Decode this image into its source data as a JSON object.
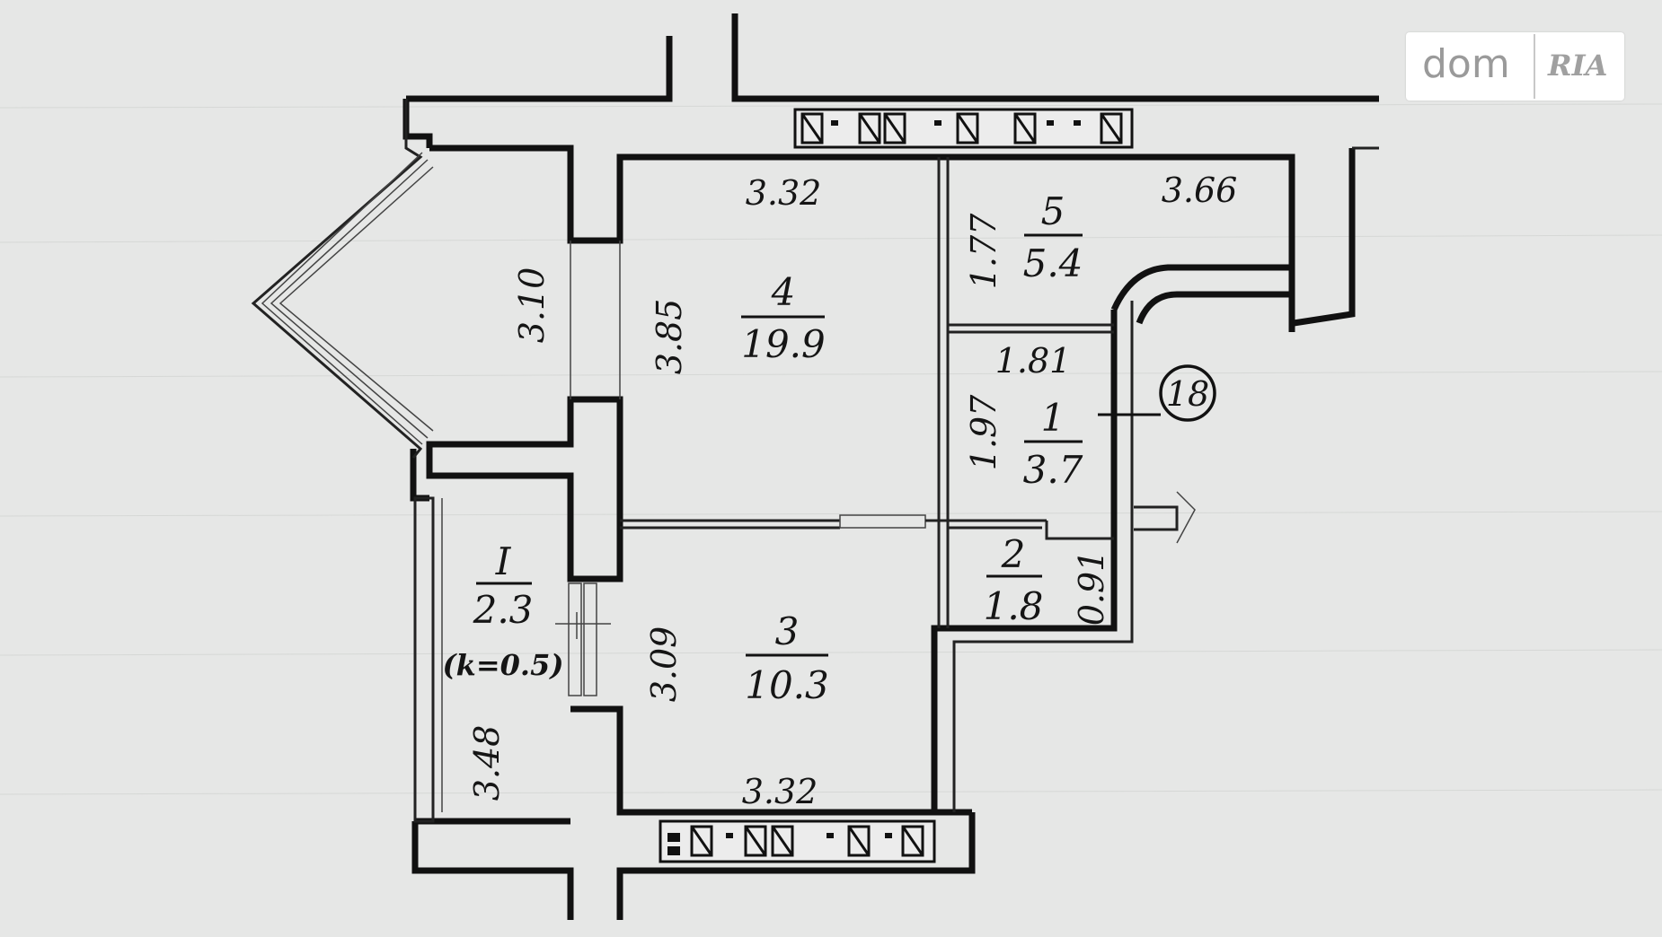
{
  "plan": {
    "rooms": [
      {
        "id": "room-4",
        "number": "4",
        "area": "19.9"
      },
      {
        "id": "room-5",
        "number": "5",
        "area": "5.4"
      },
      {
        "id": "room-1-hall",
        "number": "1",
        "area": "3.7"
      },
      {
        "id": "room-2",
        "number": "2",
        "area": "1.8"
      },
      {
        "id": "room-3",
        "number": "3",
        "area": "10.3"
      },
      {
        "id": "balcony",
        "number": "I",
        "area": "2.3",
        "note": "(k=0.5)"
      }
    ],
    "dimensions": {
      "room4_width": "3.32",
      "room4_height": "3.85",
      "bay_width": "3.10",
      "room5_width": "3.66",
      "room5_height": "1.77",
      "hall_width": "1.81",
      "hall_height": "1.97",
      "bath_height": "0.91",
      "room3_height": "3.09",
      "room3_width": "3.32",
      "balcony_length": "3.48"
    },
    "entrance_marker": "18"
  },
  "watermark": {
    "brand_left": "dom",
    "brand_right": "RIA"
  }
}
